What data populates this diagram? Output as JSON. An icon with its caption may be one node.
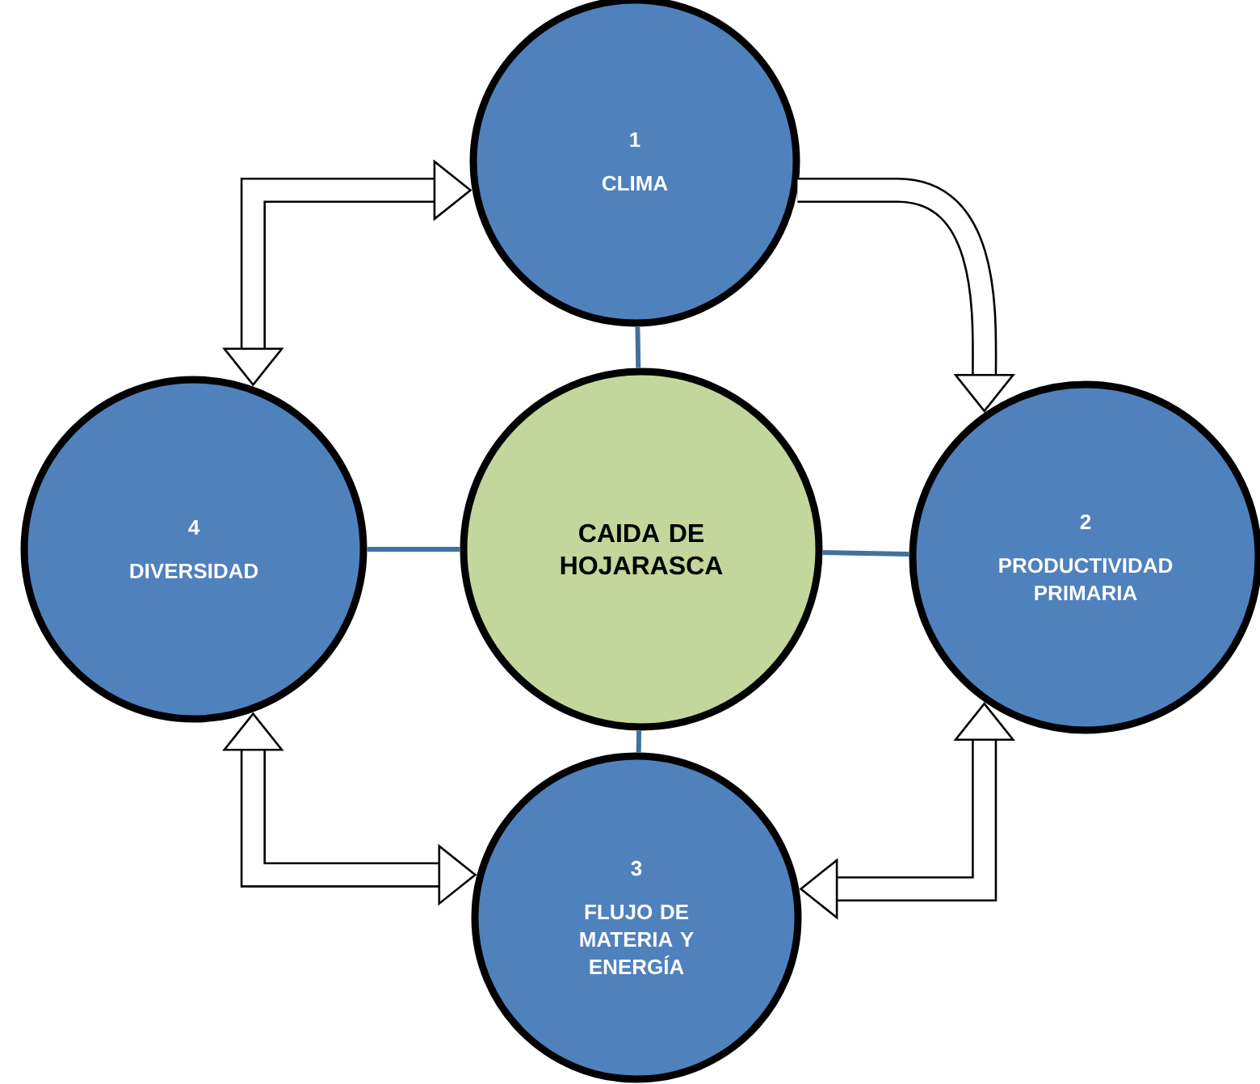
{
  "diagram": {
    "nodes": [
      {
        "text": [
          "1",
          "CLIMA"
        ]
      },
      {
        "text": [
          "4",
          "DIVERSIDAD"
        ]
      },
      {
        "text": [
          "CAIDA DE HOJARASCA"
        ]
      },
      {
        "text": [
          "2",
          "PRODUCTIVIDAD PRIMARIA"
        ]
      },
      {
        "text": [
          "3",
          "FLUJO DE MATERIA Y ENERGÍA"
        ]
      }
    ],
    "edges": [
      {
        "from": 2,
        "to": 0,
        "arrow": "none",
        "color": "#41719c"
      },
      {
        "from": 2,
        "to": 3,
        "arrow": "none",
        "color": "#41719c"
      },
      {
        "from": 2,
        "to": 4,
        "arrow": "none",
        "color": "#41719c"
      },
      {
        "from": 2,
        "to": 1,
        "arrow": "none",
        "color": "#41719c"
      },
      {
        "from": 1,
        "to": 0,
        "arrow": "both",
        "style": "thick",
        "color": "#000000"
      },
      {
        "from": 0,
        "to": 3,
        "arrow": "to",
        "style": "thick",
        "color": "#000000"
      },
      {
        "from": 3,
        "to": 4,
        "arrow": "both",
        "style": "thick",
        "color": "#000000"
      },
      {
        "from": 1,
        "to": 4,
        "arrow": "both",
        "style": "thick",
        "color": "#000000"
      }
    ]
  }
}
